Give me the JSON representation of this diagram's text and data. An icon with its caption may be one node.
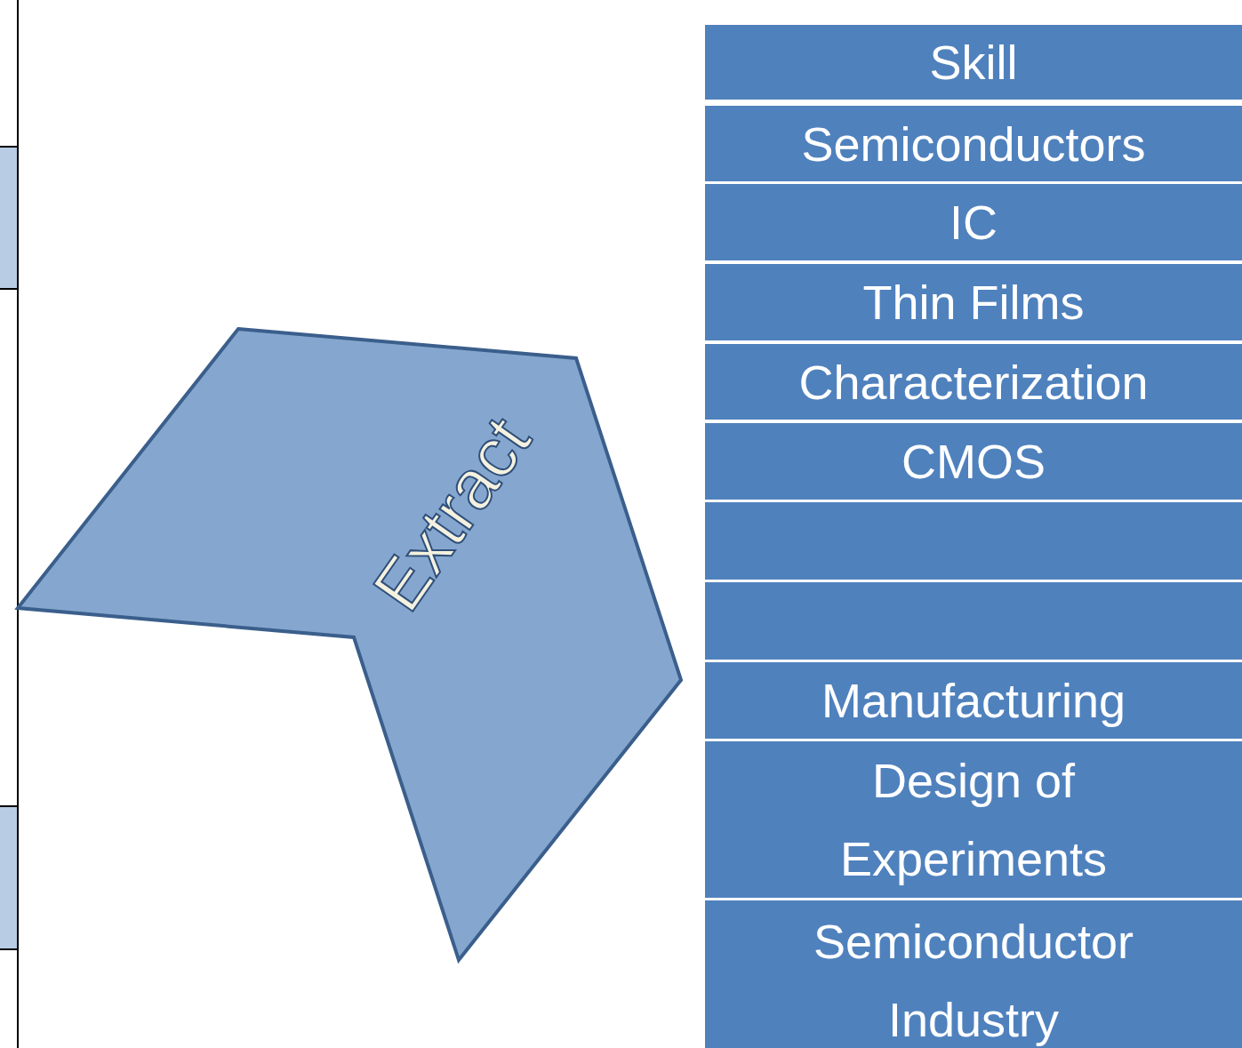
{
  "diagram": {
    "nodes": [
      {
        "text": [
          "Extract"
        ]
      },
      {
        "text": [
          "Skill"
        ]
      },
      {
        "text": [
          "Semiconductors"
        ]
      },
      {
        "text": [
          "IC"
        ]
      },
      {
        "text": [
          "Thin Films"
        ]
      },
      {
        "text": [
          "Characterization"
        ]
      },
      {
        "text": [
          "CMOS"
        ]
      },
      {
        "text": [],
        "shape": "bar"
      },
      {
        "text": [],
        "shape": "bar"
      },
      {
        "text": [
          "Manufacturing"
        ]
      },
      {
        "text": [
          "Design of Experiments"
        ]
      },
      {
        "text": [
          "Semiconductor Industry"
        ]
      }
    ]
  }
}
